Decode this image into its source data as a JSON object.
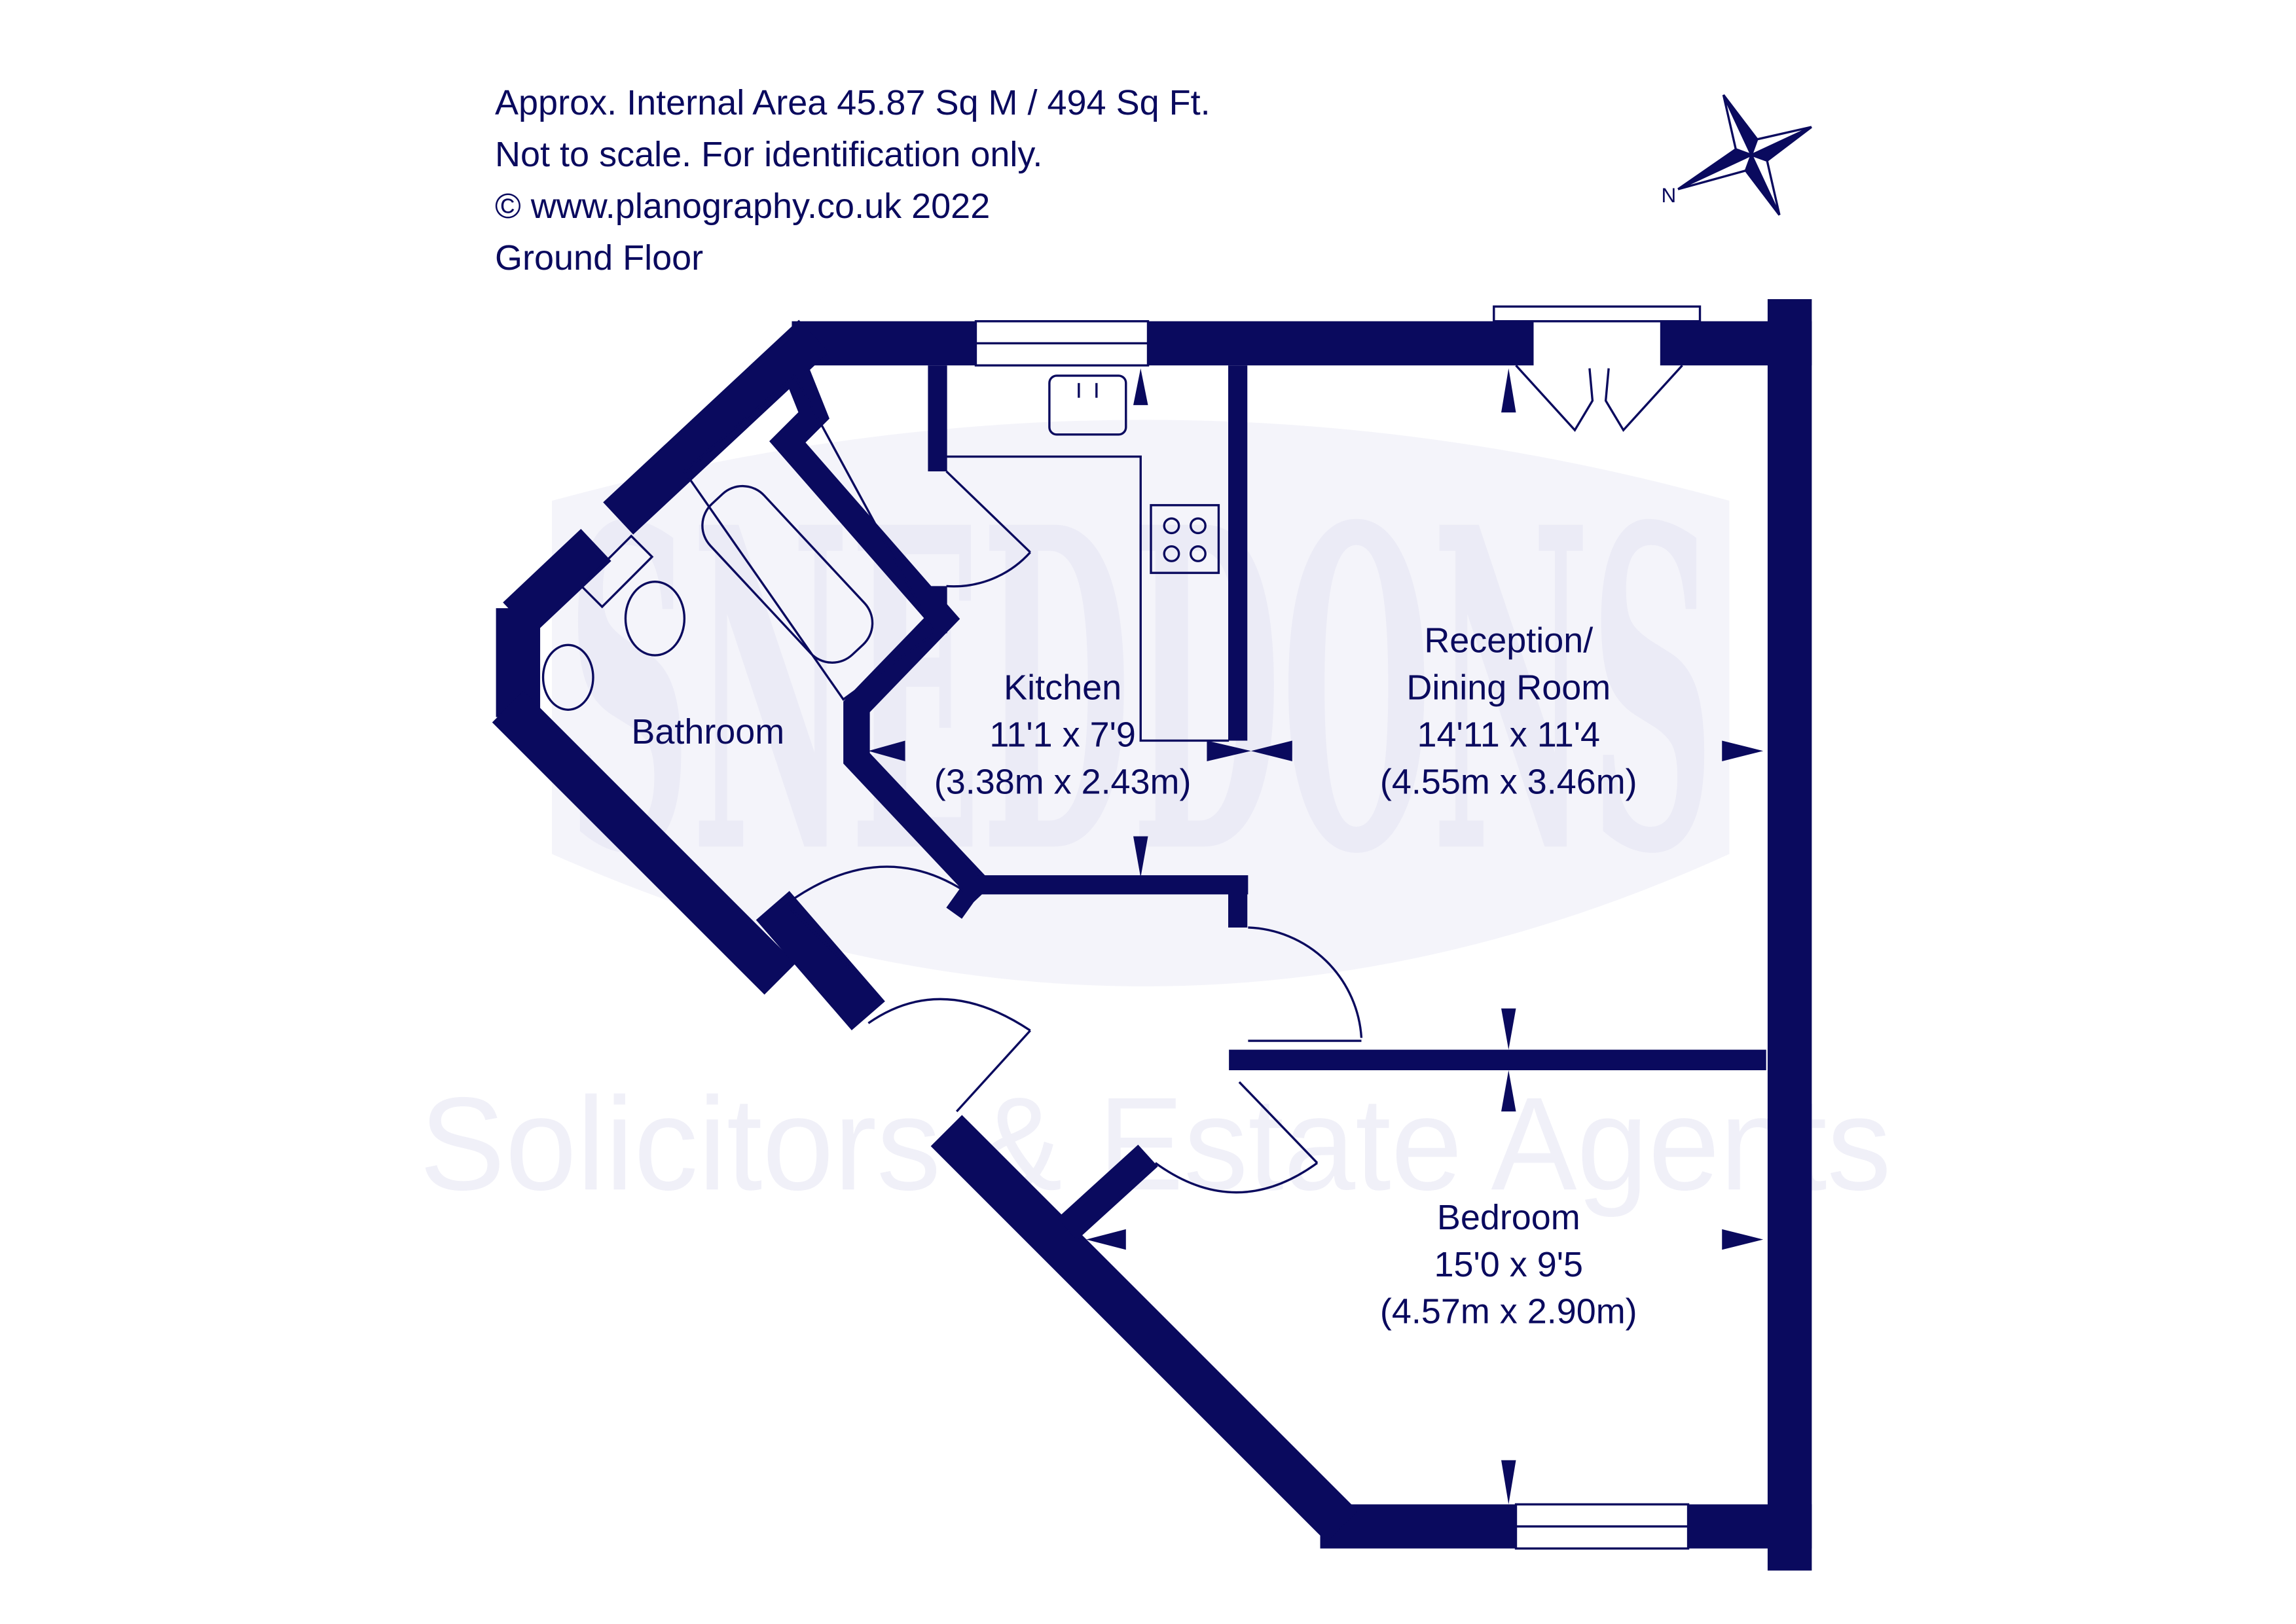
{
  "header": {
    "area": "Approx. Internal Area 45.87 Sq M / 494 Sq Ft.",
    "disclaimer": "Not to scale. For identification only.",
    "copyright": "© www.planography.co.uk 2022",
    "floor": "Ground Floor"
  },
  "watermark": {
    "name": "SNEDDONS",
    "tagline": "Solicitors & Estate Agents"
  },
  "compass": {
    "letter": "N"
  },
  "rooms": {
    "kitchen": {
      "name": "Kitchen",
      "imperial": "11'1 x 7'9",
      "metric": "(3.38m x 2.43m)"
    },
    "reception": {
      "name1": "Reception/",
      "name2": "Dining Room",
      "imperial": "14'11 x 11'4",
      "metric": "(4.55m x 3.46m)"
    },
    "bathroom": {
      "name": "Bathroom"
    },
    "bedroom": {
      "name": "Bedroom",
      "imperial": "15'0 x 9'5",
      "metric": "(4.57m x 2.90m)"
    }
  },
  "colors": {
    "wall": "#0a0a5e",
    "watermark": "#f3f3fa"
  }
}
